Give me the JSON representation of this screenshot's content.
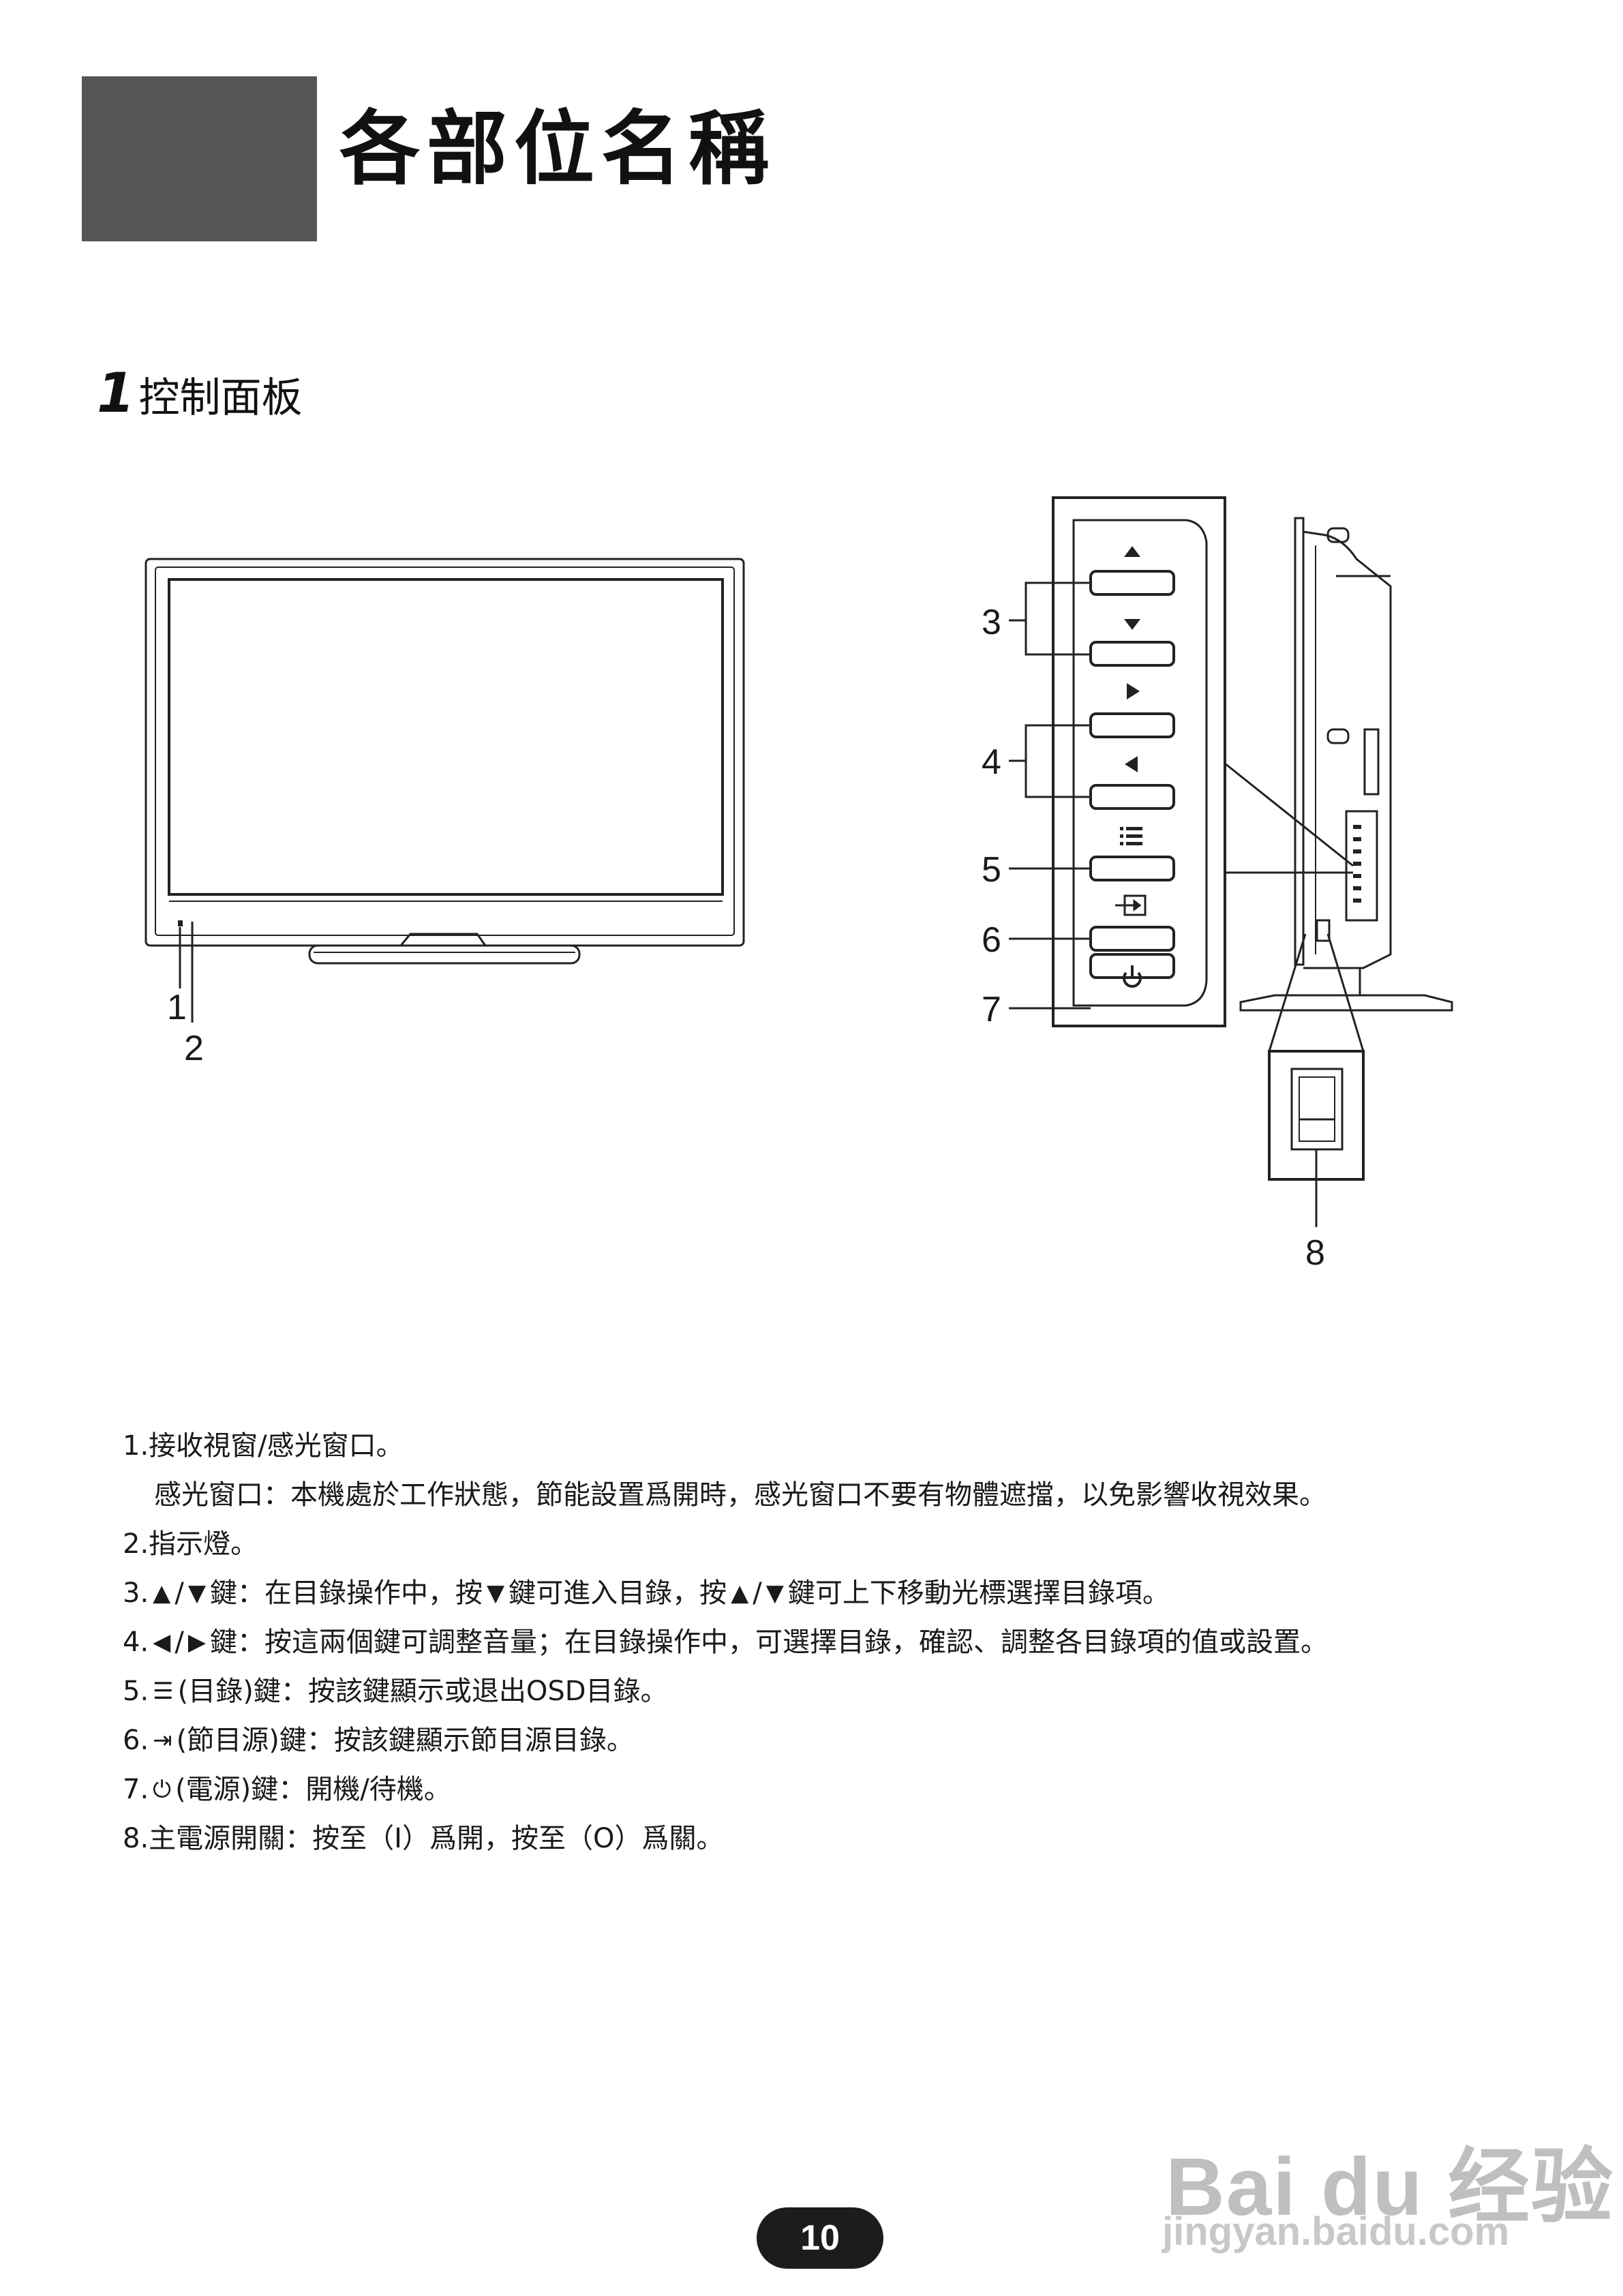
{
  "header": {
    "title": "各部位名稱"
  },
  "section": {
    "number": "1",
    "label": "控制面板"
  },
  "figure": {
    "callouts": [
      "1",
      "2",
      "3",
      "4",
      "5",
      "6",
      "7",
      "8"
    ],
    "panel_icons": [
      "arrow-up-icon",
      "arrow-down-icon",
      "arrow-right-icon",
      "arrow-left-icon",
      "menu-list-icon",
      "input-source-icon",
      "power-icon"
    ]
  },
  "descriptions": {
    "d1": "1.接收視窗/感光窗口。",
    "d1b": "感光窗口：本機處於工作狀態，節能設置爲開時，感光窗口不要有物體遮擋，以免影響收視效果。",
    "d2": "2.指示燈。",
    "d3_prefix": "3.",
    "d3_slash": "/",
    "d3_a": "鍵：在目錄操作中，按",
    "d3_b": "鍵可進入目錄，按",
    "d3_c": "/",
    "d3_d": "鍵可上下移動光標選擇目錄項。",
    "d4_prefix": "4.",
    "d4_slash": "/",
    "d4_text": "鍵：按這兩個鍵可調整音量；在目錄操作中，可選擇目錄，確認、調整各目錄項的值或設置。",
    "d5_prefix": "5.",
    "d5_text": "(目錄)鍵：按該鍵顯示或退出OSD目錄。",
    "d6_prefix": "6.",
    "d6_text": "(節目源)鍵：按該鍵顯示節目源目錄。",
    "d7_prefix": "7.",
    "d7_text": "(電源)鍵：開機/待機。",
    "d8": "8.主電源開關：按至（I）爲開，按至（O）爲關。"
  },
  "footer": {
    "page_number": "10"
  },
  "watermark": {
    "logo": "Bai du 经验",
    "url": "jingyan.baidu.com"
  },
  "colors": {
    "header_block": "#555555",
    "text": "#1a1a1a",
    "page_pill": "#1c1c1c"
  }
}
